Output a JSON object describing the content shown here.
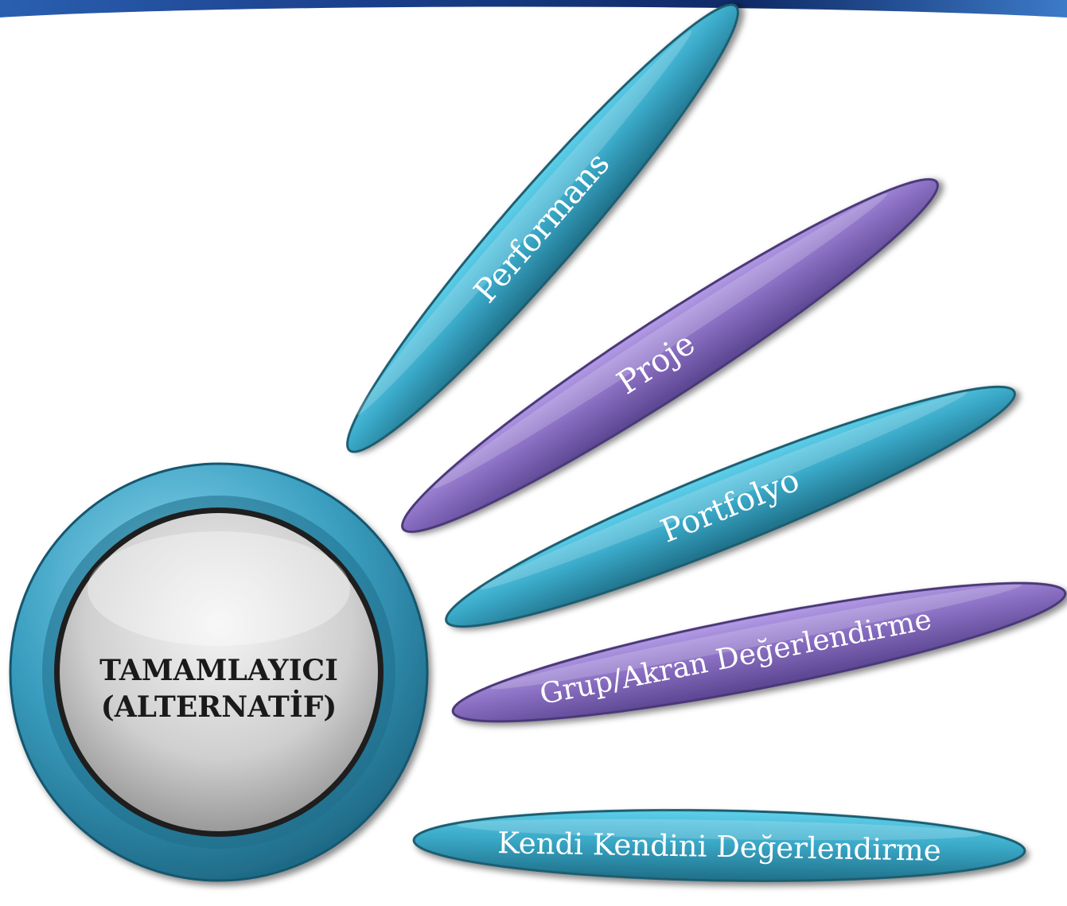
{
  "center": {
    "line1": "TAMAMLAYICI",
    "line2": "(ALTERNATİF)"
  },
  "petals": [
    {
      "label": "Performans",
      "color": "#3a9fbf"
    },
    {
      "label": "Proje",
      "color": "#8a6fc0"
    },
    {
      "label": "Portfolyo",
      "color": "#3a9fbf"
    },
    {
      "label": "Grup/Akran Değerlendirme",
      "color": "#8a6fc0"
    },
    {
      "label": "Kendi Kendini Değerlendirme",
      "color": "#3a9fbf"
    }
  ],
  "colors": {
    "teal": "#3aa7c6",
    "purple": "#8c72c4",
    "banner": "#1e4c9a"
  }
}
